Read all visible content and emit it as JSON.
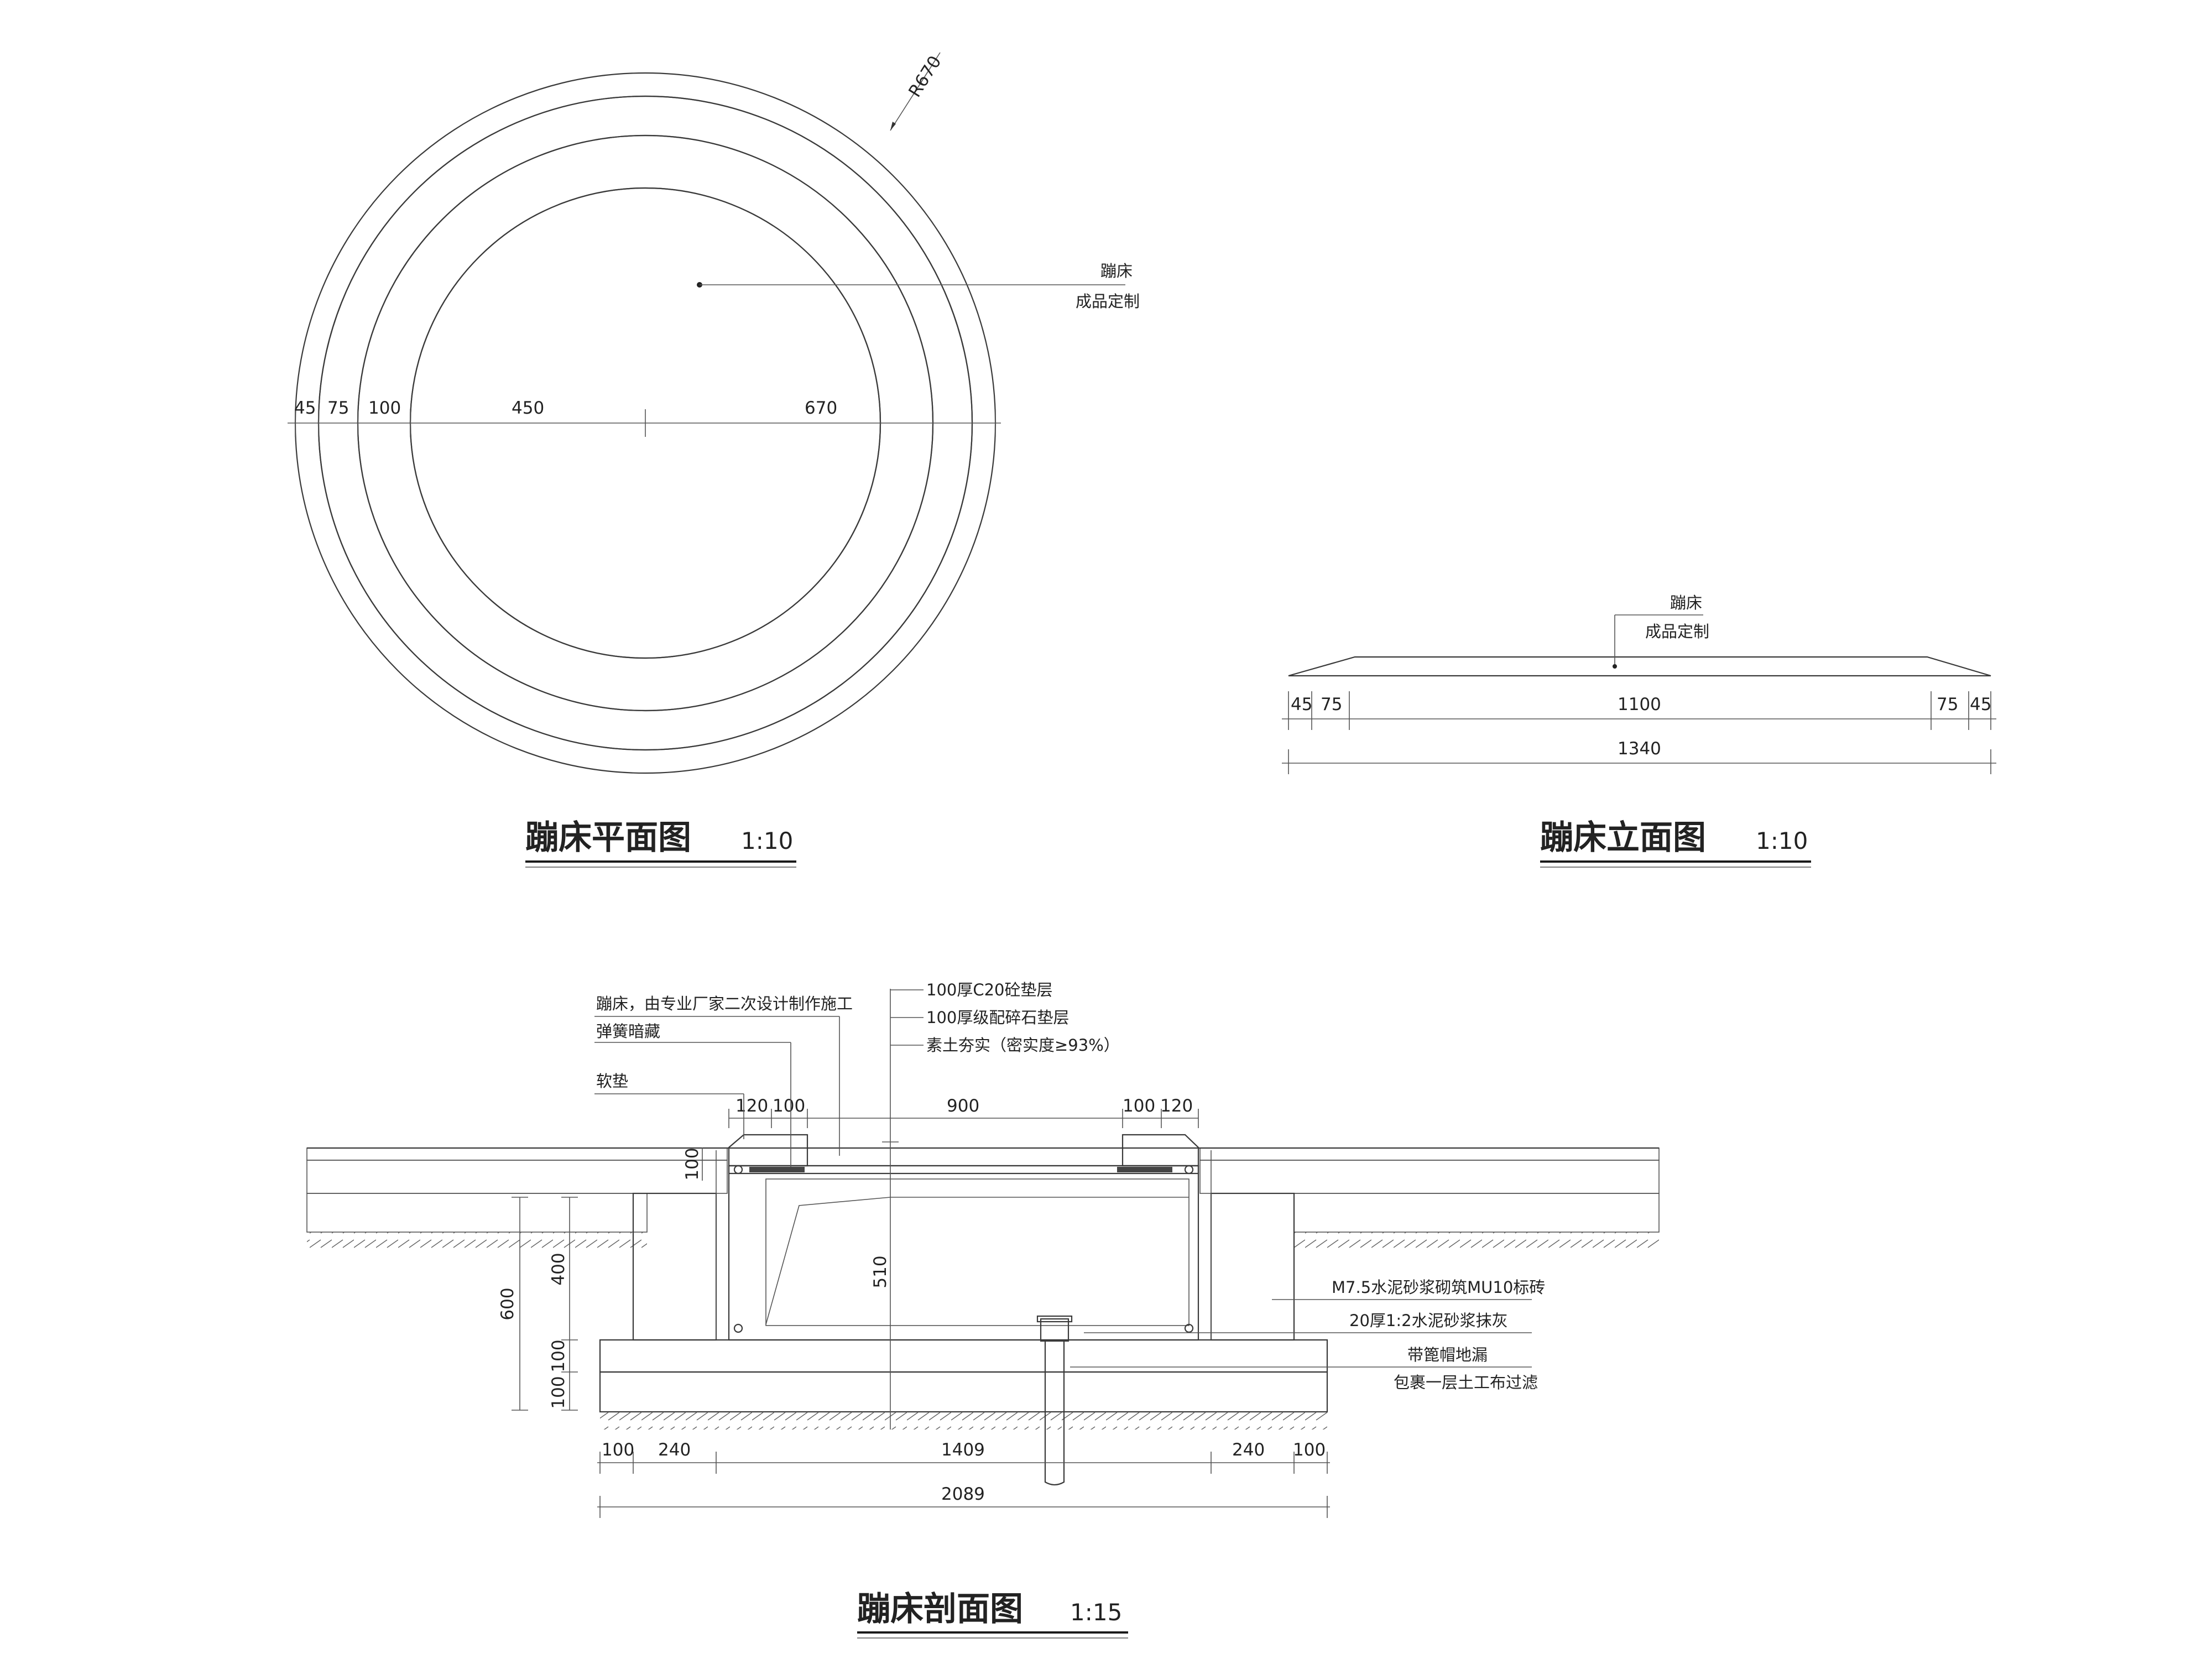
{
  "plan": {
    "title": "蹦床平面图",
    "scale": "1:10",
    "radius_label": "R670",
    "callout_line1": "蹦床",
    "callout_line2": "成品定制",
    "dims": [
      "45",
      "75",
      "100",
      "450",
      "670"
    ]
  },
  "elevation": {
    "title": "蹦床立面图",
    "scale": "1:10",
    "callout_line1": "蹦床",
    "callout_line2": "成品定制",
    "dims_top": [
      "45",
      "75",
      "1100",
      "75",
      "45"
    ],
    "dim_total": "1340"
  },
  "section": {
    "title": "蹦床剖面图",
    "scale": "1:15",
    "notes_left": [
      "蹦床，由专业厂家二次设计制作施工",
      "弹簧暗藏",
      "软垫"
    ],
    "notes_center": [
      "100厚C20砼垫层",
      "100厚级配碎石垫层",
      "素土夯实（密实度≥93%）"
    ],
    "notes_right": [
      "M7.5水泥砂浆砌筑MU10标砖",
      "20厚1:2水泥砂浆抹灰",
      "带篦帽地漏",
      "包裹一层土工布过滤"
    ],
    "dims_top": [
      "120",
      "100",
      "900",
      "100",
      "120"
    ],
    "dim_pad": "100",
    "dim_depth": "510",
    "dims_left_inner": [
      "400",
      "100",
      "100"
    ],
    "dim_left_outer": "600",
    "dims_bottom": [
      "100",
      "240",
      "1409",
      "240",
      "100"
    ],
    "dim_total": "2089"
  }
}
